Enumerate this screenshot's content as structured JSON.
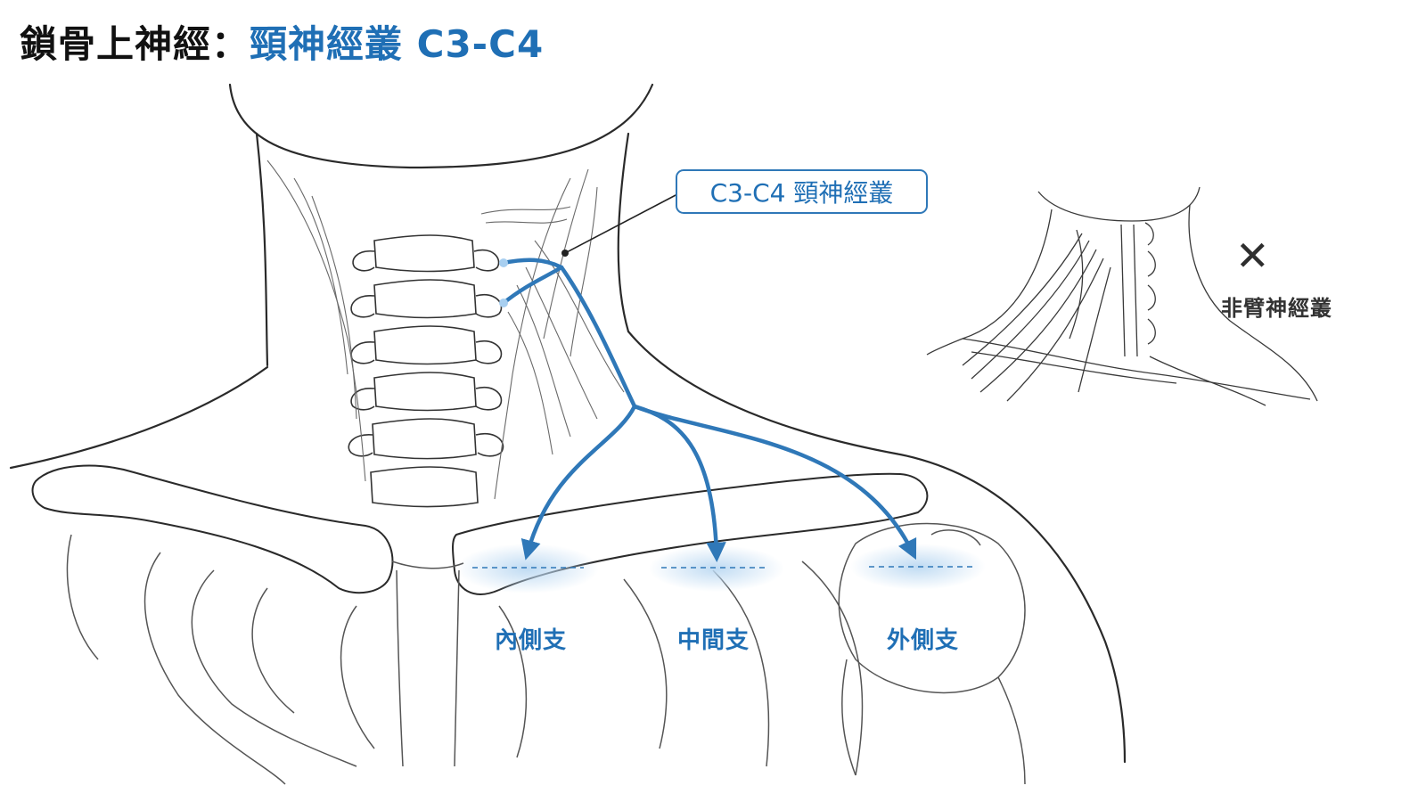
{
  "title": {
    "prefix": "鎖骨上神經：",
    "highlight": "頸神經叢 C3-C4"
  },
  "callout": {
    "label": "C3-C4 頸神經叢"
  },
  "branches": {
    "medial": "內側支",
    "intermediate": "中間支",
    "lateral": "外側支"
  },
  "inset": {
    "mark": "✕",
    "label": "非臂神經叢"
  },
  "colors": {
    "nerve": "#2f78b8",
    "title_accent": "#1f6fb5",
    "outline": "#2a2a2a",
    "fine_line": "#555555"
  }
}
